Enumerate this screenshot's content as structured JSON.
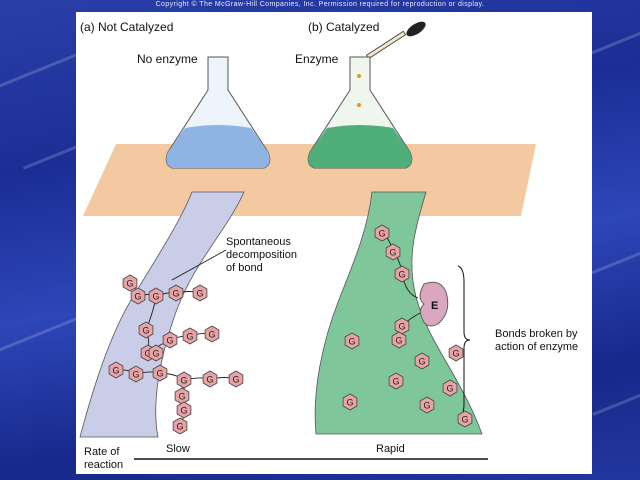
{
  "copyright": "Copyright © The McGraw-Hill Companies, Inc. Permission required for reproduction or display.",
  "panel_a": {
    "title": "(a) Not Catalyzed",
    "flask_label": "No enzyme"
  },
  "panel_b": {
    "title": "(b) Catalyzed",
    "flask_label": "Enzyme"
  },
  "annotations": {
    "spontaneous": [
      "Spontaneous",
      "decomposition",
      "of bond"
    ],
    "bonds_broken": [
      "Bonds broken by",
      "action of enzyme"
    ]
  },
  "enzyme_symbol": "E",
  "glucose_symbol": "G",
  "rate": {
    "label_line1": "Rate of",
    "label_line2": "reaction",
    "slow": "Slow",
    "rapid": "Rapid"
  },
  "colors": {
    "background": "#1f34a0",
    "bench": "#f2c9a0",
    "uncatalyzed_liquid": "#8fb3e2",
    "catalyzed_liquid": "#4fae7a",
    "left_funnel": "#c9cde8",
    "right_funnel": "#7fc79b",
    "glucose_fill": "#e8a3a6",
    "enzyme_fill": "#d9a7c0"
  }
}
